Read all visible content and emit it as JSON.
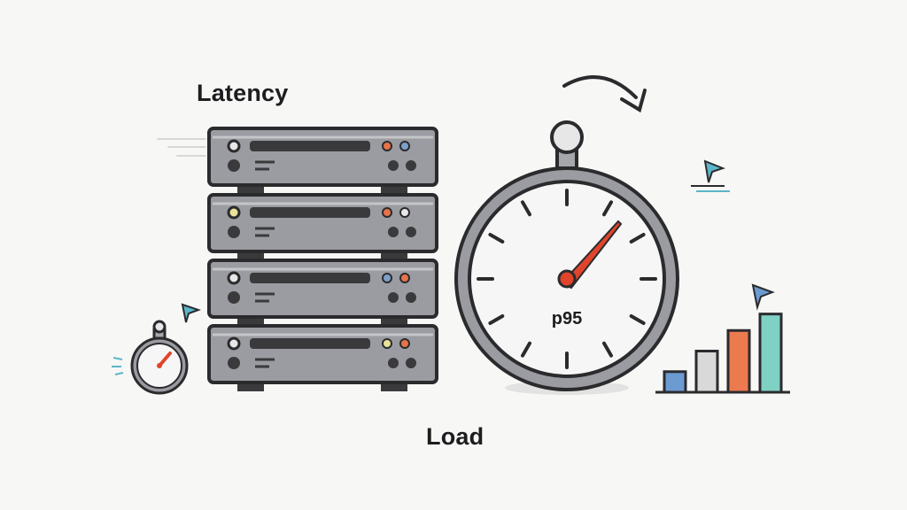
{
  "labels": {
    "latency": "Latency",
    "load": "Load",
    "gauge": "p95"
  },
  "icons": [
    "server-rack-icon",
    "stopwatch-icon",
    "small-stopwatch-icon",
    "bar-chart-icon",
    "curved-arrow-icon",
    "cursor-arrow-icon"
  ],
  "colors": {
    "outline": "#2b2b2e",
    "server_fill": "#9a9ca1",
    "needle": "#e0452c",
    "led_orange": "#e8734a",
    "led_blue": "#7d9fc9",
    "led_yellow": "#e9e29a",
    "bar_blue": "#6b9bd1",
    "bar_gray": "#d9d9d9",
    "bar_orange": "#ec7a4f",
    "bar_teal": "#7fd1c4",
    "arrow_teal": "#5bb6c9"
  },
  "bar_chart": {
    "relative_heights": [
      0.25,
      0.5,
      0.75,
      0.95
    ]
  }
}
